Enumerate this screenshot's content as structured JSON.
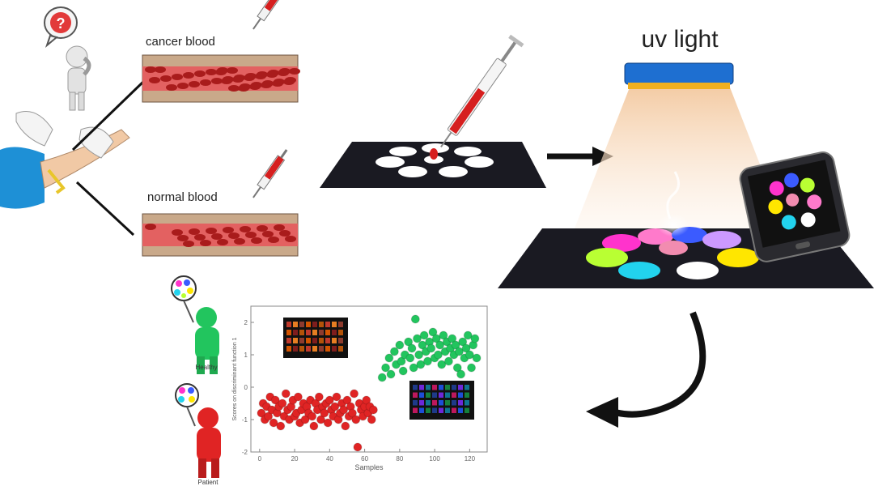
{
  "labels": {
    "cancer_blood": "cancer blood",
    "normal_blood": "normal blood",
    "uv_light": "uv light",
    "healthy": "Healthy",
    "patient": "Patient",
    "xlabel": "Samples",
    "ylabel": "Scores on discriminant function 1"
  },
  "colors": {
    "blood": "#d61f1f",
    "healthy": "#22c55e",
    "patient": "#e02424",
    "plate": "#1a1a22",
    "lamp": "#1e6fd1",
    "arrow": "#111111"
  },
  "icons": [
    "thinking-person-icon",
    "syringe-icon",
    "blood-vessel-icon",
    "uv-lamp-icon",
    "smartphone-icon",
    "sensor-array-plate-icon"
  ],
  "chart_data": {
    "type": "scatter",
    "xlabel": "Samples",
    "ylabel": "Scores on discriminant function 1",
    "xlim": [
      -5,
      130
    ],
    "ylim": [
      -2,
      2.5
    ],
    "xticks": [
      0,
      20,
      40,
      60,
      80,
      100,
      120
    ],
    "yticks": [
      -2,
      -1,
      0,
      1,
      2
    ],
    "series": [
      {
        "name": "Patient",
        "color": "#e02424",
        "x": [
          1,
          2,
          3,
          4,
          5,
          6,
          7,
          8,
          9,
          10,
          11,
          12,
          13,
          14,
          15,
          16,
          17,
          18,
          19,
          20,
          21,
          22,
          23,
          24,
          25,
          26,
          27,
          28,
          29,
          30,
          31,
          32,
          33,
          34,
          35,
          36,
          37,
          38,
          39,
          40,
          41,
          42,
          43,
          44,
          45,
          46,
          47,
          48,
          49,
          50,
          51,
          52,
          53,
          54,
          55,
          56,
          57,
          58,
          59,
          60,
          61,
          62,
          63,
          64,
          65
        ],
        "y": [
          -0.8,
          -0.5,
          -1.0,
          -0.6,
          -0.9,
          -0.3,
          -0.7,
          -1.1,
          -0.4,
          -0.8,
          -0.6,
          -1.2,
          -0.5,
          -0.9,
          -0.2,
          -0.7,
          -1.0,
          -0.6,
          -0.4,
          -0.9,
          -0.8,
          -0.3,
          -1.1,
          -0.7,
          -0.5,
          -1.0,
          -0.6,
          -0.8,
          -0.4,
          -0.9,
          -1.2,
          -0.5,
          -0.7,
          -0.3,
          -1.0,
          -0.6,
          -0.8,
          -0.5,
          -1.1,
          -0.4,
          -0.7,
          -0.9,
          -0.6,
          -0.3,
          -1.0,
          -0.8,
          -0.5,
          -0.7,
          -1.2,
          -0.4,
          -0.9,
          -0.6,
          -0.8,
          -0.2,
          -1.0,
          -1.85,
          -0.5,
          -0.7,
          -0.9,
          -0.6,
          -0.4,
          -0.8,
          -0.6,
          -1.0,
          -0.7
        ]
      },
      {
        "name": "Healthy",
        "color": "#22c55e",
        "x": [
          70,
          72,
          74,
          75,
          77,
          78,
          80,
          81,
          82,
          83,
          85,
          86,
          87,
          88,
          89,
          90,
          91,
          92,
          93,
          94,
          95,
          96,
          97,
          98,
          99,
          100,
          101,
          102,
          103,
          104,
          105,
          106,
          107,
          108,
          109,
          110,
          111,
          112,
          113,
          114,
          115,
          116,
          117,
          118,
          119,
          120,
          121,
          122,
          123,
          124
        ],
        "y": [
          0.3,
          0.6,
          0.9,
          0.4,
          1.1,
          0.7,
          1.3,
          0.8,
          0.5,
          1.0,
          1.4,
          0.9,
          1.2,
          0.6,
          2.1,
          1.5,
          1.0,
          0.7,
          1.3,
          1.6,
          1.1,
          0.8,
          1.4,
          1.2,
          1.7,
          0.9,
          1.5,
          1.0,
          1.3,
          0.7,
          1.6,
          1.1,
          1.4,
          0.8,
          1.2,
          1.5,
          1.0,
          1.3,
          0.6,
          1.1,
          0.4,
          1.4,
          0.9,
          1.2,
          1.6,
          1.0,
          0.6,
          1.3,
          1.5,
          0.9
        ]
      }
    ],
    "grid": false,
    "legend": "none"
  }
}
